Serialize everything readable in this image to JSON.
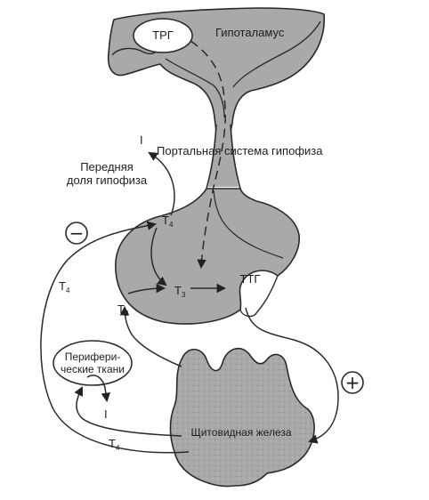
{
  "labels": {
    "trg": "ТРГ",
    "hypothalamus": "Гипоталамус",
    "portal_system": "Портальная система гипофиза",
    "anterior_pituitary_line1": "Передняя",
    "anterior_pituitary_line2": "доля гипофиза",
    "ttg": "ТТГ",
    "peripheral_line1": "Перифери-",
    "peripheral_line2": "ческие ткани",
    "thyroid": "Щитовидная железа",
    "i_top": "I",
    "i_bottom": "I"
  },
  "hormones": {
    "t4_pituitary": {
      "base": "T",
      "sub": "4"
    },
    "t3_pituitary": {
      "base": "T",
      "sub": "3"
    },
    "t3_left": {
      "base": "T",
      "sub": "3"
    },
    "t4_left": {
      "base": "T",
      "sub": "4"
    },
    "t4_bottom": {
      "base": "T",
      "sub": "4"
    }
  },
  "signs": {
    "inhibition": "−",
    "stimulation": "+"
  },
  "colors": {
    "tissue": "#a8a8a8",
    "outline": "#2a2a2a",
    "text": "#1e1e1e"
  }
}
